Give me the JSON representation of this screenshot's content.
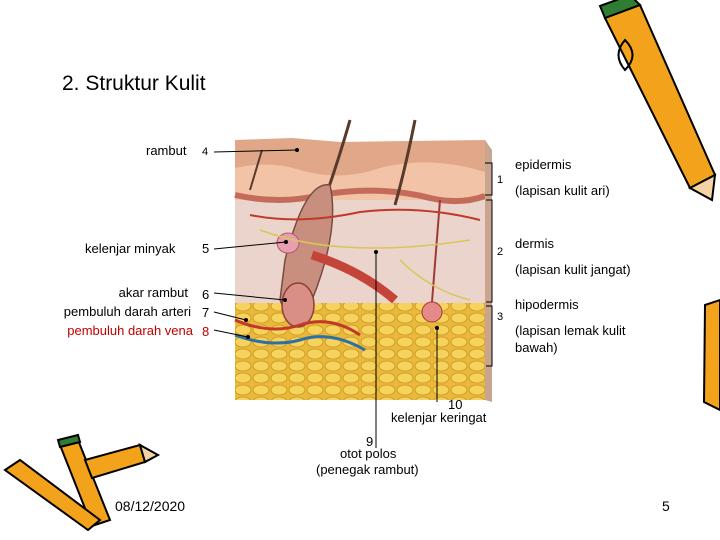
{
  "slide": {
    "title": "2. Struktur Kulit",
    "date": "08/12/2020",
    "page_number": "5"
  },
  "left_labels": {
    "rambut": "rambut",
    "kelenjar_minyak": "kelenjar minyak",
    "akar_rambut": "akar rambut",
    "arteri": "pembuluh darah arteri",
    "vena": "pembuluh darah vena"
  },
  "numbers": {
    "n1": "1",
    "n2": "2",
    "n3": "3",
    "n4": "4",
    "n5": "5",
    "n6": "6",
    "n7": "7",
    "n8": "8",
    "n9": "9",
    "n10": "10"
  },
  "right_labels": {
    "epidermis": "epidermis",
    "epidermis_sub": "(lapisan kulit ari)",
    "dermis": "dermis",
    "dermis_sub": "(lapisan kulit jangat)",
    "hipodermis": "hipodermis",
    "hipodermis_sub_1": "(lapisan lemak kulit",
    "hipodermis_sub_2": "bawah)"
  },
  "bottom_labels": {
    "kelenjar_keringat": "kelenjar keringat",
    "otot_polos": "otot polos",
    "penegak_rambut": "(penegak rambut)"
  }
}
